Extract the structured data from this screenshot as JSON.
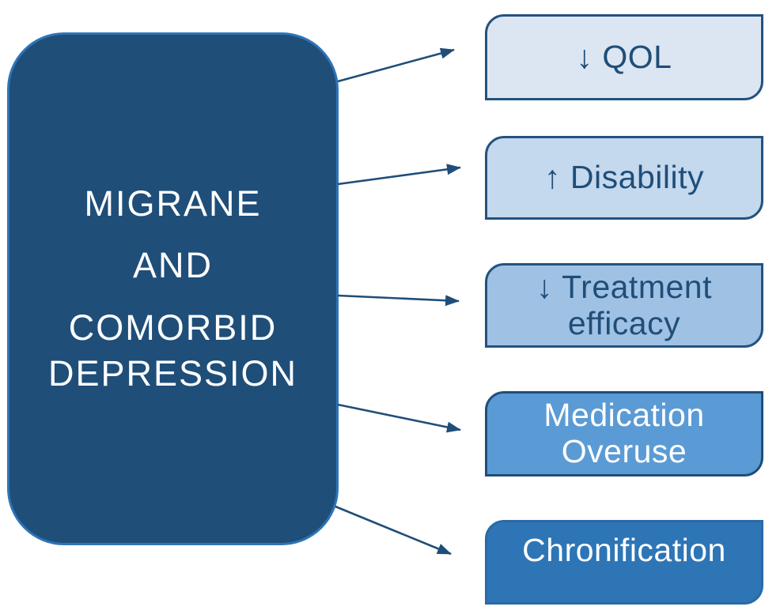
{
  "diagram": {
    "main_box": {
      "title_lines": [
        "MIGRANE",
        "AND",
        "COMORBID DEPRESSION"
      ],
      "fill": "#1f4e79",
      "border": "#2e74b5",
      "text_color": "#ffffff"
    },
    "outcomes": [
      {
        "id": "qol",
        "label": "↓ QOL",
        "fill": "#dce6f2",
        "border": "#24527e",
        "text_color": "#1f4e79"
      },
      {
        "id": "disability",
        "label": "↑ Disability",
        "fill": "#c4d8ee",
        "border": "#24527e",
        "text_color": "#1f4e79"
      },
      {
        "id": "treatment-efficacy",
        "label": "↓ Treatment\nefficacy",
        "fill": "#9fc1e4",
        "border": "#24527e",
        "text_color": "#1f4e79"
      },
      {
        "id": "medication-overuse",
        "label": "Medication\nOveruse",
        "fill": "#5b9bd5",
        "border": "#1f4e79",
        "text_color": "#ffffff"
      },
      {
        "id": "chronification",
        "label": "Chronification",
        "fill": "#2e75b6",
        "border": "#2a6aa6",
        "text_color": "#ffffff"
      }
    ],
    "arrows": {
      "color": "#1f4e79",
      "connections": [
        "main-to-qol",
        "main-to-disability",
        "main-to-treatment-efficacy",
        "main-to-medication-overuse",
        "main-to-chronification"
      ]
    }
  }
}
